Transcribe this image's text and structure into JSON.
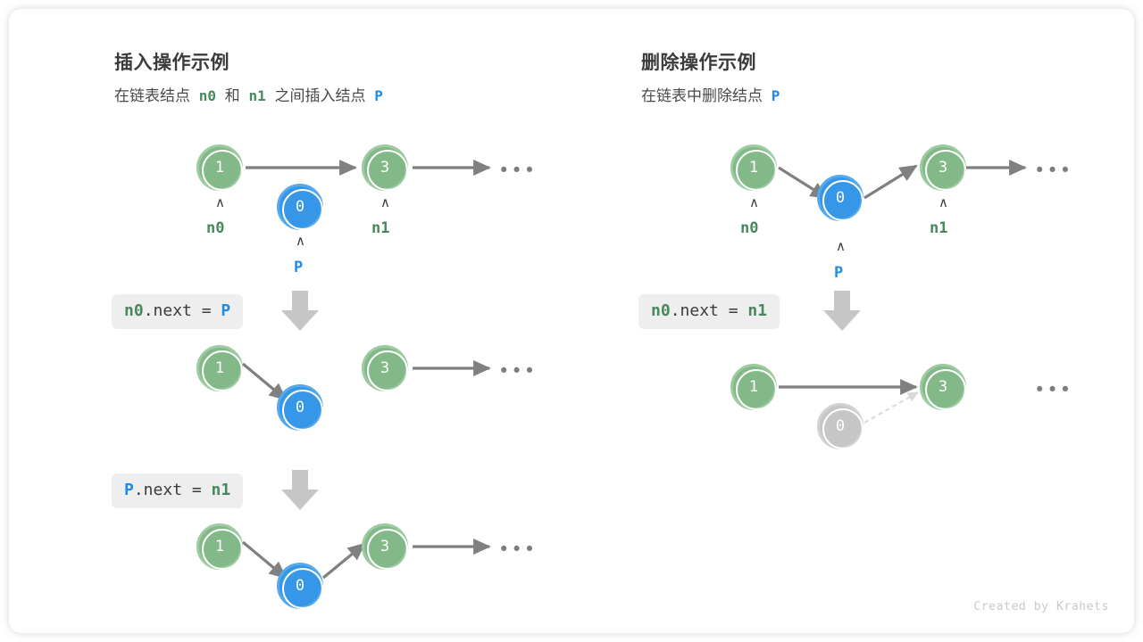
{
  "panels": {
    "left": {
      "title": "插入操作示例",
      "subtitle_parts": [
        {
          "text": "在链表结点",
          "kind": "text"
        },
        {
          "text": "n0",
          "kind": "code-green"
        },
        {
          "text": "和",
          "kind": "text"
        },
        {
          "text": "n1",
          "kind": "code-green"
        },
        {
          "text": "之间插入结点",
          "kind": "text"
        },
        {
          "text": "P",
          "kind": "code-blue"
        }
      ],
      "steps": [
        {
          "code_tokens": [
            {
              "text": "n0",
              "color": "green"
            },
            {
              "text": ".next = ",
              "color": "dark"
            },
            {
              "text": "P",
              "color": "blue"
            }
          ]
        },
        {
          "code_tokens": [
            {
              "text": "P",
              "color": "blue"
            },
            {
              "text": ".next = ",
              "color": "dark"
            },
            {
              "text": "n1",
              "color": "green"
            }
          ]
        }
      ],
      "rows": [
        {
          "nodes": [
            {
              "value": "1",
              "style": "green",
              "pointer": "n0",
              "pointer_color": "green"
            },
            {
              "value": "0",
              "style": "blue",
              "pointer": "P",
              "pointer_color": "blue"
            },
            {
              "value": "3",
              "style": "green",
              "pointer": "n1",
              "pointer_color": "green"
            }
          ],
          "ellipsis": "•••"
        },
        {
          "nodes": [
            {
              "value": "1",
              "style": "green"
            },
            {
              "value": "0",
              "style": "blue"
            },
            {
              "value": "3",
              "style": "green"
            }
          ],
          "ellipsis": "•••"
        },
        {
          "nodes": [
            {
              "value": "1",
              "style": "green"
            },
            {
              "value": "0",
              "style": "blue"
            },
            {
              "value": "3",
              "style": "green"
            }
          ],
          "ellipsis": "•••"
        }
      ]
    },
    "right": {
      "title": "删除操作示例",
      "subtitle_parts": [
        {
          "text": "在链表中删除结点",
          "kind": "text"
        },
        {
          "text": "P",
          "kind": "code-blue"
        }
      ],
      "steps": [
        {
          "code_tokens": [
            {
              "text": "n0",
              "color": "green"
            },
            {
              "text": ".next = ",
              "color": "dark"
            },
            {
              "text": "n1",
              "color": "green"
            }
          ]
        }
      ],
      "rows": [
        {
          "nodes": [
            {
              "value": "1",
              "style": "green",
              "pointer": "n0",
              "pointer_color": "green"
            },
            {
              "value": "0",
              "style": "blue",
              "pointer": "P",
              "pointer_color": "blue"
            },
            {
              "value": "3",
              "style": "green",
              "pointer": "n1",
              "pointer_color": "green"
            }
          ],
          "ellipsis": "•••"
        },
        {
          "nodes": [
            {
              "value": "1",
              "style": "green"
            },
            {
              "value": "0",
              "style": "gray"
            },
            {
              "value": "3",
              "style": "green"
            }
          ],
          "ellipsis": "•••"
        }
      ]
    }
  },
  "caret_glyph": "∧",
  "credit": "Created by Krahets",
  "colors": {
    "green_node": "#83b989",
    "green_ring": "#9ccba1",
    "blue_node": "#3697e8",
    "blue_ring": "#58a9ec",
    "gray_node": "#c6c6c6",
    "arrow": "#808080",
    "code_bg": "#eeeeee",
    "label_green": "#47885e",
    "label_blue": "#1f8ce8"
  }
}
